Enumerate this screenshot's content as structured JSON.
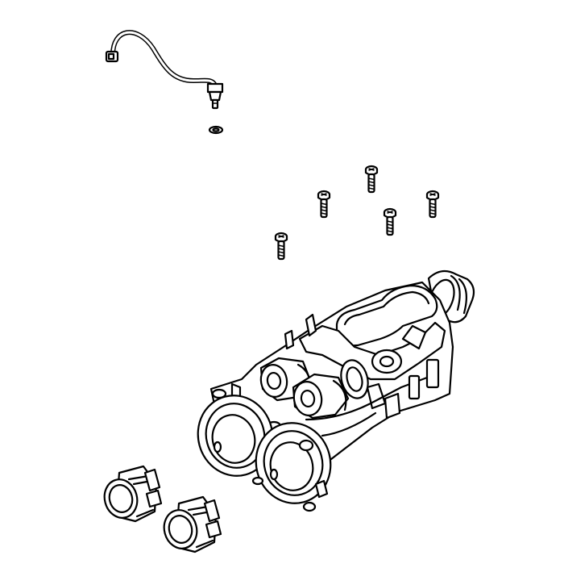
{
  "diagram": {
    "parts": [
      {
        "id": "sensor-cable",
        "icon": "sensor-cable-icon"
      },
      {
        "id": "o-ring",
        "icon": "o-ring-icon"
      },
      {
        "id": "screw",
        "icon": "screw-icon",
        "count": 5
      },
      {
        "id": "valve-manifold",
        "icon": "valve-manifold-icon"
      },
      {
        "id": "coupling-adapter",
        "icon": "coupling-adapter-icon",
        "count": 2
      }
    ],
    "colors": {
      "stroke": "#000000",
      "fill": "#ffffff"
    }
  }
}
